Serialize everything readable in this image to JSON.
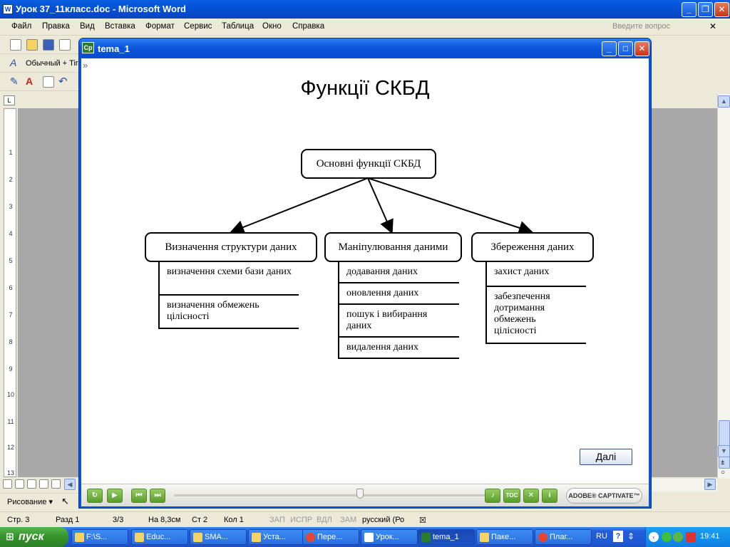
{
  "word": {
    "title": "Урок 37_11класс.doc - Microsoft Word",
    "menu": [
      "Файл",
      "Правка",
      "Вид",
      "Вставка",
      "Формат",
      "Сервис",
      "Таблица",
      "Окно",
      "Справка"
    ],
    "help_placeholder": "Введите вопрос",
    "style_box": "Обычный + Tir",
    "ruler_numbers": [
      "1",
      "2",
      "3",
      "4",
      "5",
      "6",
      "7",
      "8",
      "9",
      "10",
      "11",
      "12",
      "13"
    ],
    "draw_label": "Рисование ▾",
    "status": [
      "Стр. 3",
      "Разд 1",
      "3/3",
      "На 8,3см",
      "Ст 2",
      "Кол 1"
    ],
    "status_dim": [
      "ЗАП",
      "ИСПР",
      "ВДЛ",
      "ЗАМ"
    ],
    "status_lang": "русский (Ро"
  },
  "captivate": {
    "title": "tema_1",
    "logo": "Cp",
    "slide_title": "Функції СКБД",
    "root": "Основні функції СКБД",
    "columns": [
      {
        "label": "Визначення структури даних",
        "items": [
          "визначення схеми бази даних",
          "визначення обмежень цілісності"
        ]
      },
      {
        "label": "Маніпулювання даними",
        "items": [
          "додавання даних",
          "оновлення даних",
          "пошук і вибирання даних",
          "видалення даних"
        ]
      },
      {
        "label": "Збереження даних",
        "items": [
          "захист даних",
          "забезпечення дотримання обмежень цілісності"
        ]
      }
    ],
    "next_label": "Далі",
    "toc_label": "TOC",
    "badge": "ADOBE® CAPTIVATE™"
  },
  "taskbar": {
    "start": "пуск",
    "tasks": [
      "F:\\S...",
      "Educ...",
      "SMA...",
      "Уста...",
      "Пере...",
      "Урок...",
      "tema_1",
      "Паке...",
      "Плаг..."
    ],
    "lang": "RU",
    "clock": "19:41"
  }
}
